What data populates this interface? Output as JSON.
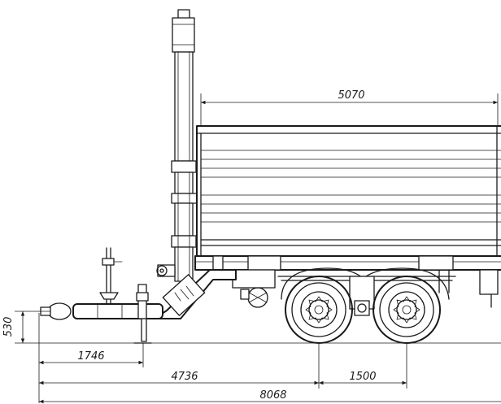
{
  "dimensions": {
    "top_length": "5070",
    "height": "530",
    "tongue_to_jack": "1746",
    "tongue_to_axle": "4736",
    "axle_spacing": "1500",
    "overall_length": "8068"
  }
}
